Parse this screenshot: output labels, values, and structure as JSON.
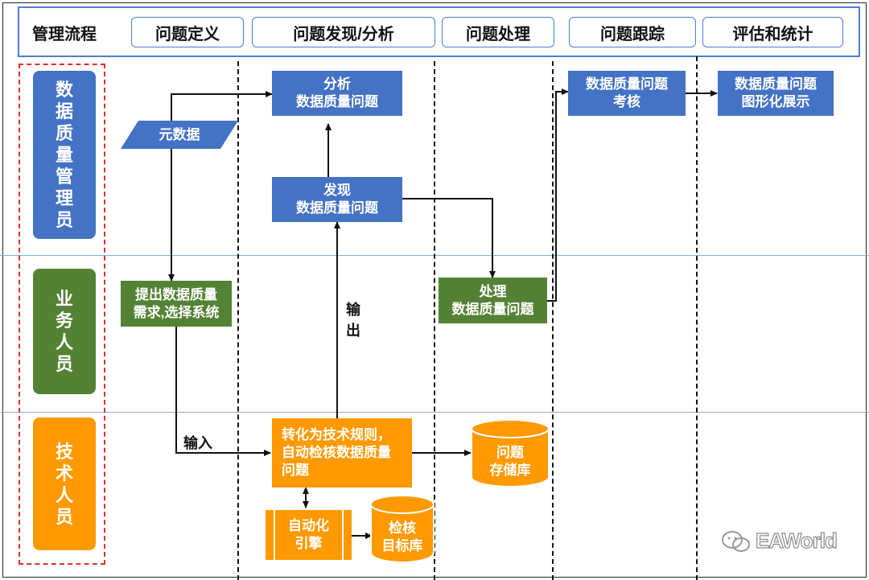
{
  "header": {
    "title": "管理流程",
    "phases": [
      "问题定义",
      "问题发现/分析",
      "问题处理",
      "问题跟踪",
      "评估和统计"
    ]
  },
  "roles": {
    "dq_manager": "数据质量管理员",
    "business": "业务人员",
    "tech": "技术人员"
  },
  "nodes": {
    "metadata": "元数据",
    "analyze": [
      "分析",
      "数据质量问题"
    ],
    "discover": [
      "发现",
      "数据质量问题"
    ],
    "requirement": [
      "提出数据质量",
      "需求,选择系统"
    ],
    "handle": [
      "处理",
      "数据质量问题"
    ],
    "assess": [
      "数据质量问题",
      "考核"
    ],
    "visualize": [
      "数据质量问题",
      "图形化展示"
    ],
    "convert": [
      "转化为技术规则，",
      "自动检核数据质量",
      "问题"
    ],
    "engine": [
      "自动化",
      "引擎"
    ],
    "issue_store": [
      "问题",
      "存储库"
    ],
    "check_db": [
      "检核",
      "目标库"
    ]
  },
  "labels": {
    "input": "输入",
    "output": "输出"
  },
  "watermark": "EAWorld",
  "colors": {
    "blue": "#4472c4",
    "green": "#548235",
    "orange": "#ff9900",
    "header_border": "#4a7fd6",
    "role_border": "#e03030"
  }
}
